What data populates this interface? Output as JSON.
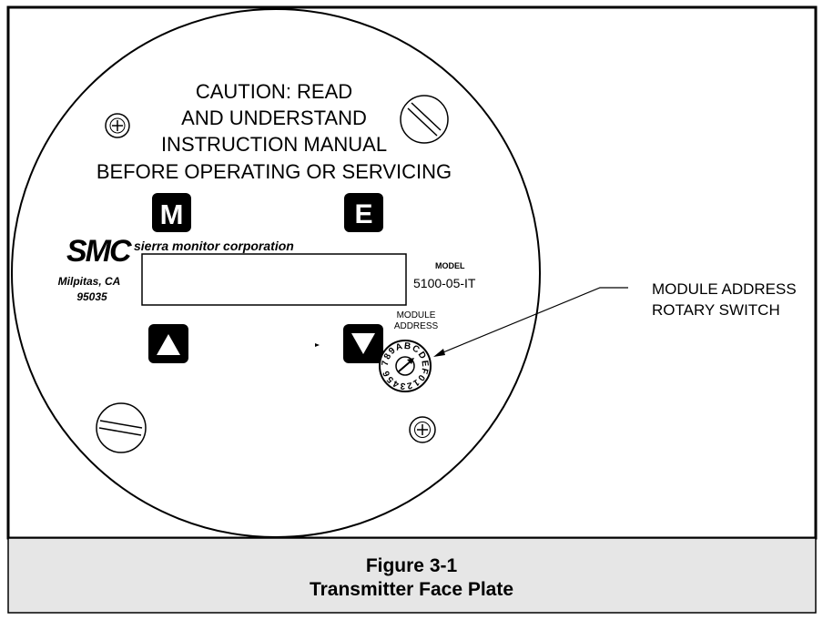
{
  "caution": {
    "line1": "CAUTION: READ",
    "line2": "AND UNDERSTAND",
    "line3": "INSTRUCTION MANUAL",
    "line4": "BEFORE OPERATING OR SERVICING"
  },
  "buttons": {
    "mode": "M",
    "enter": "E",
    "up_icon": "up-triangle-icon",
    "down_icon": "down-triangle-icon"
  },
  "brand": {
    "logo": "SMC",
    "name": "sierra monitor corporation",
    "city": "Milpitas, CA",
    "zip": "95035"
  },
  "model": {
    "label": "MODEL",
    "number": "5100-05-IT"
  },
  "rotary_switch": {
    "label_line1": "MODULE",
    "label_line2": "ADDRESS",
    "dial_text": "789ABCDEF0123456"
  },
  "callout": {
    "line1": "MODULE ADDRESS",
    "line2": "ROTARY SWITCH"
  },
  "caption": {
    "figure": "Figure 3-1",
    "title": "Transmitter Face Plate"
  },
  "colors": {
    "caption_fill": "#e6e6e6",
    "ink": "#000000"
  }
}
